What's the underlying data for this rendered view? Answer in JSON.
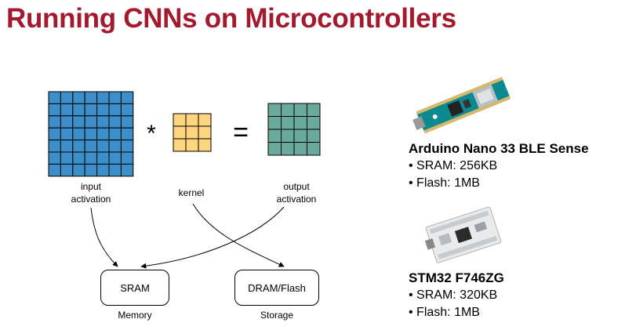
{
  "title": "Running CNNs on Microcontrollers",
  "diagram": {
    "operators": {
      "conv": "*",
      "equals": "="
    },
    "labels": {
      "input": [
        "input",
        "activation"
      ],
      "kernel": "kernel",
      "output": [
        "output",
        "activation"
      ]
    },
    "boxes": {
      "sram": {
        "label": "SRAM",
        "caption": "Memory"
      },
      "dram": {
        "label": "DRAM/Flash",
        "caption": "Storage"
      }
    },
    "colors": {
      "input": "#3d8fc9",
      "kernel": "#fdd57e",
      "output": "#6aaa9d",
      "title": "#a3192e"
    }
  },
  "devices": [
    {
      "name": "Arduino Nano 33 BLE Sense",
      "specs": [
        "• SRAM: 256KB",
        "• Flash: 1MB"
      ],
      "image": "arduino-board"
    },
    {
      "name": "STM32 F746ZG",
      "specs": [
        "• SRAM: 320KB",
        "• Flash: 1MB"
      ],
      "image": "stm32-board"
    }
  ]
}
